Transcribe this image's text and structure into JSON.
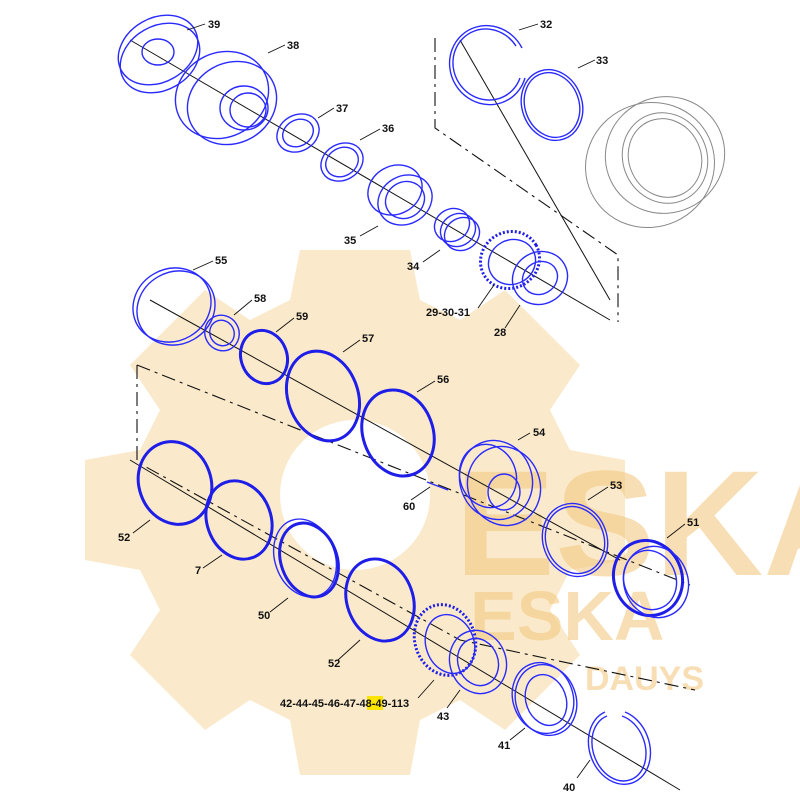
{
  "diagram": {
    "watermark": {
      "brand_large": "ESKA",
      "brand_small": "ESKA",
      "brand_sub": "DAUYS"
    },
    "callouts": {
      "c32": "32",
      "c33": "33",
      "c39": "39",
      "c38": "38",
      "c37": "37",
      "c36": "36",
      "c35": "35",
      "c34": "34",
      "c29_31": "29-30-31",
      "c28": "28",
      "c55": "55",
      "c58": "58",
      "c59": "59",
      "c57": "57",
      "c56": "56",
      "c54": "54",
      "c60": "60",
      "c53": "53",
      "c51": "51",
      "c52a": "52",
      "c7": "7",
      "c50": "50",
      "c52b": "52",
      "c43": "43",
      "c41": "41",
      "c40": "40"
    },
    "part_list": {
      "before": "42-44-45-46-47-",
      "highlight": "48",
      "after": "-49-113"
    },
    "colors": {
      "part_stroke": "#2a2aff",
      "highlight": "#ffe400",
      "watermark": "#f3c983"
    }
  }
}
